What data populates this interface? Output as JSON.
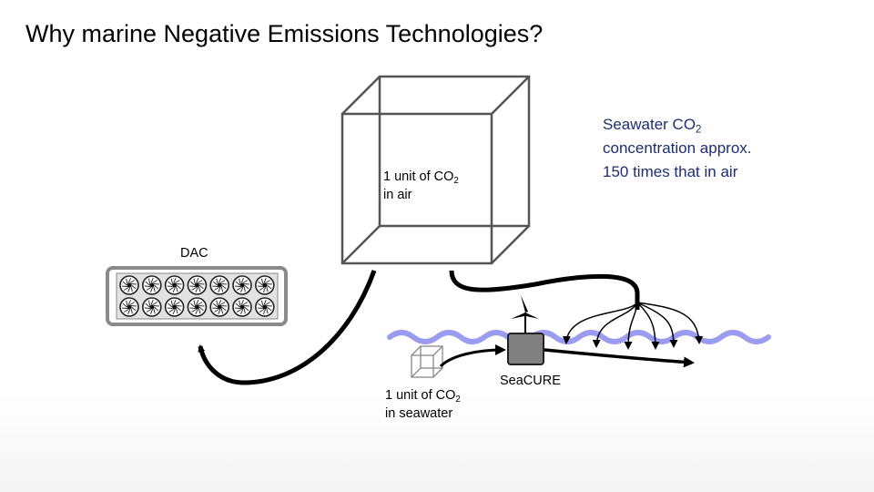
{
  "slide": {
    "title": "Why marine Negative Emissions Technologies?"
  },
  "annotation": {
    "line1_prefix": "Seawater CO",
    "line1_sub": "2",
    "line2": "concentration approx.",
    "line3": "150 times that in air"
  },
  "air_box": {
    "line1_prefix": "1 unit of CO",
    "line1_sub": "2",
    "line2": "in air"
  },
  "dac": {
    "label": "DAC",
    "fan_rows": 2,
    "fans_per_row": 7
  },
  "seawater_box": {
    "line1_prefix": "1 unit of CO",
    "line1_sub": "2",
    "line2": "in seawater"
  },
  "seacure": {
    "label": "SeaCURE"
  },
  "colors": {
    "annotation_text": "#1f2d6e",
    "wave": "#9a9cf0",
    "arrows": "#000000",
    "cube_edges": "#555555"
  }
}
